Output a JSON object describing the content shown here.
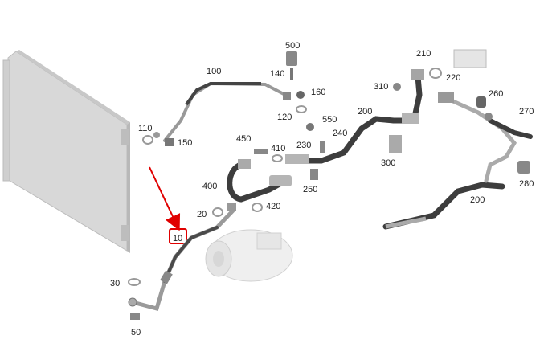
{
  "labels": {
    "l10": "10",
    "l20": "20",
    "l30": "30",
    "l50": "50",
    "l100": "100",
    "l110": "110",
    "l120": "120",
    "l140": "140",
    "l150": "150",
    "l160": "160",
    "l200a": "200",
    "l200b": "200",
    "l210": "210",
    "l220": "220",
    "l230": "230",
    "l240": "240",
    "l250": "250",
    "l260": "260",
    "l270": "270",
    "l280": "280",
    "l300": "300",
    "l310": "310",
    "l400": "400",
    "l410": "410",
    "l420": "420",
    "l450": "450",
    "l500": "500",
    "l550": "550"
  },
  "highlight": {
    "part": "10",
    "color": "#e00000"
  }
}
